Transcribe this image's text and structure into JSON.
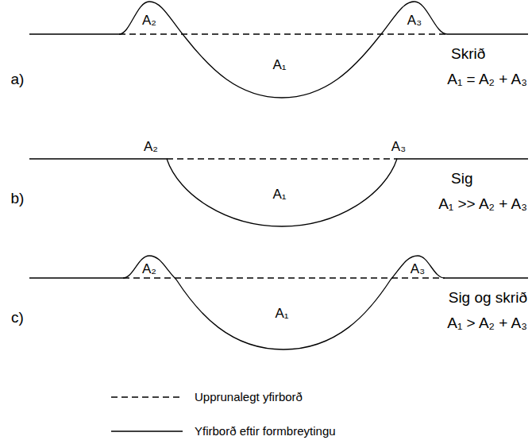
{
  "diagram": {
    "labels": [
      "A₂",
      "A₃",
      "A₁",
      "a)",
      "Skrið",
      "A₁ = A₂ + A₃",
      "A₂",
      "A₃",
      "A₁",
      "b)",
      "Sig",
      "A₁ >> A₂ + A₃",
      "A₂",
      "A₃",
      "A₁",
      "c)",
      "Sig og skrið",
      "A₁ > A₂ + A₃"
    ],
    "legend": [
      {
        "text": "Upprunalegt yfirborð"
      },
      {
        "text": "Yfirborð eftir formbreytingu"
      }
    ]
  }
}
